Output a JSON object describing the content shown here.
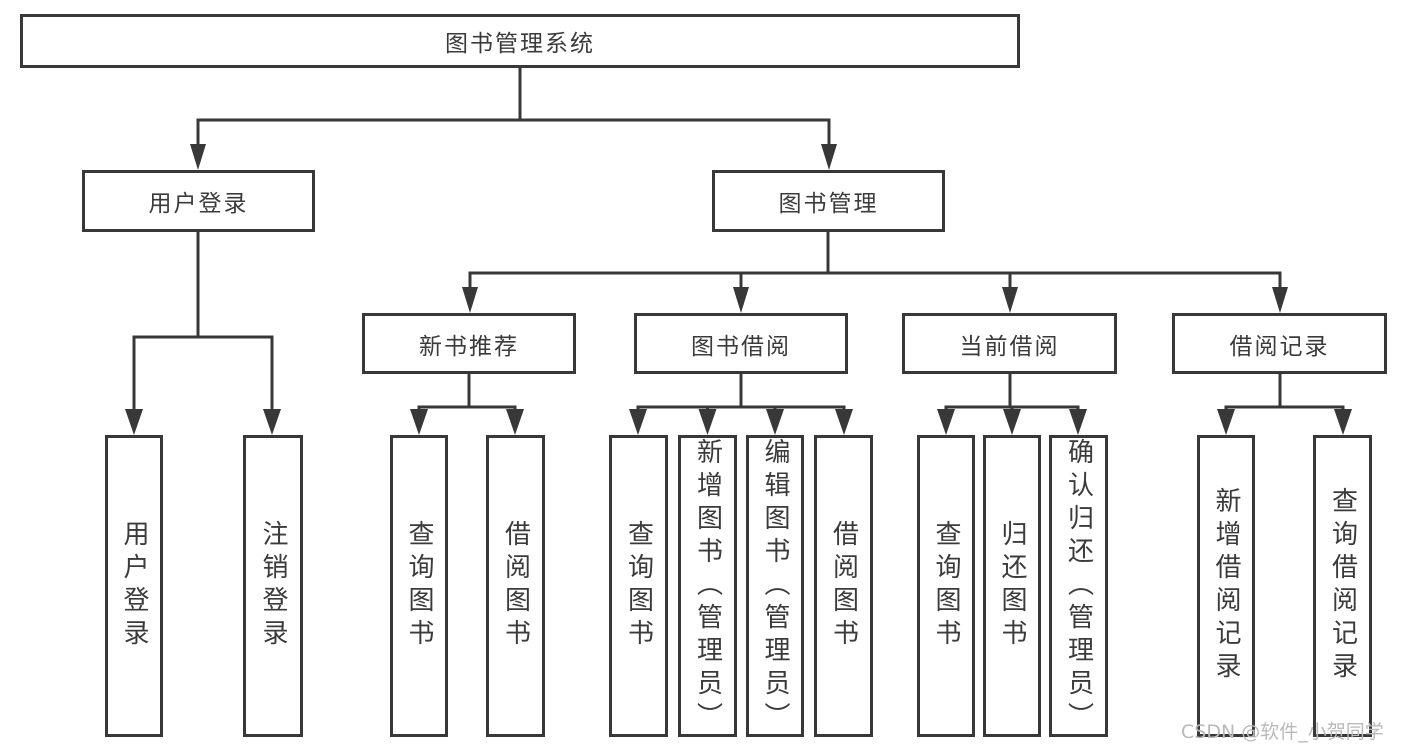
{
  "diagram": {
    "root": {
      "label": "图书管理系统"
    },
    "level2": [
      {
        "label": "用户登录"
      },
      {
        "label": "图书管理"
      }
    ],
    "level3": [
      {
        "label": "新书推荐",
        "parent": "图书管理"
      },
      {
        "label": "图书借阅",
        "parent": "图书管理"
      },
      {
        "label": "当前借阅",
        "parent": "图书管理"
      },
      {
        "label": "借阅记录",
        "parent": "图书管理"
      }
    ],
    "leaves": [
      {
        "label": "用户登录",
        "parent": "用户登录"
      },
      {
        "label": "注销登录",
        "parent": "用户登录"
      },
      {
        "label": "查询图书",
        "parent": "新书推荐"
      },
      {
        "label": "借阅图书",
        "parent": "新书推荐"
      },
      {
        "label": "查询图书",
        "parent": "图书借阅"
      },
      {
        "label": "新增图书（管理员）",
        "parent": "图书借阅"
      },
      {
        "label": "编辑图书（管理员）",
        "parent": "图书借阅"
      },
      {
        "label": "借阅图书",
        "parent": "图书借阅"
      },
      {
        "label": "查询图书",
        "parent": "当前借阅"
      },
      {
        "label": "归还图书",
        "parent": "当前借阅"
      },
      {
        "label": "确认归还（管理员）",
        "parent": "当前借阅"
      },
      {
        "label": "新增借阅记录",
        "parent": "借阅记录"
      },
      {
        "label": "查询借阅记录",
        "parent": "借阅记录"
      }
    ],
    "colors": {
      "line": "#383838",
      "text": "#3b3b3b",
      "watermark_text": "#b9b9b9",
      "background": "#ffffff"
    }
  },
  "watermark": "CSDN @软件_小贺同学"
}
